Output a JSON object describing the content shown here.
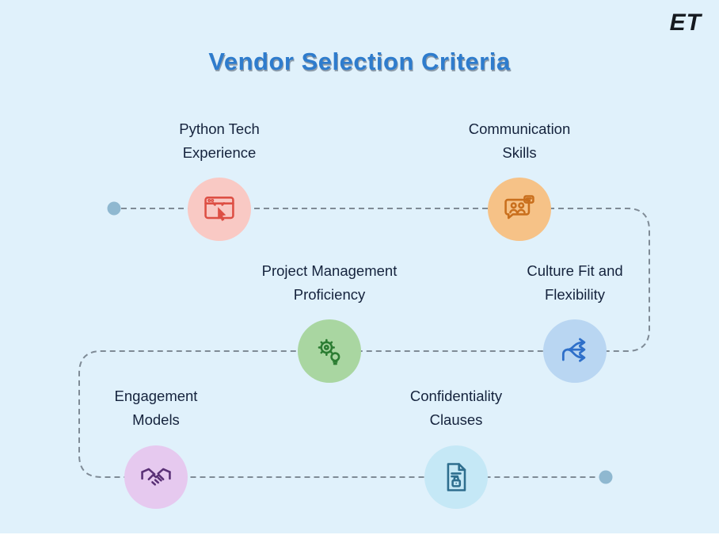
{
  "page": {
    "title": "Vendor Selection Criteria",
    "title_color": "#2e7ccd",
    "background": "#e0f1fb",
    "logo_text": "ET"
  },
  "path": {
    "line_color": "#7f8b96",
    "endpoint_color": "#8fb8d0"
  },
  "nodes": [
    {
      "label": [
        "Python Tech",
        "Experience"
      ],
      "icon": "browser-click-icon",
      "circle_color": "#f9c9c4",
      "icon_color": "#dd4f44"
    },
    {
      "label": [
        "Communication",
        "Skills"
      ],
      "icon": "chat-people-icon",
      "circle_color": "#f6c287",
      "icon_color": "#c96f1d"
    },
    {
      "label": [
        "Project Management",
        "Proficiency"
      ],
      "icon": "gear-bulb-icon",
      "circle_color": "#a9d6a1",
      "icon_color": "#2c7d33"
    },
    {
      "label": [
        "Culture Fit and",
        "Flexibility"
      ],
      "icon": "branching-arrows-icon",
      "circle_color": "#b9d6f2",
      "icon_color": "#2e6fc9"
    },
    {
      "label": [
        "Engagement",
        "Models"
      ],
      "icon": "handshake-icon",
      "circle_color": "#e6c9ef",
      "icon_color": "#5a3076"
    },
    {
      "label": [
        "Confidentiality",
        "Clauses"
      ],
      "icon": "document-lock-icon",
      "circle_color": "#c5e8f6",
      "icon_color": "#2e6e8e"
    }
  ]
}
